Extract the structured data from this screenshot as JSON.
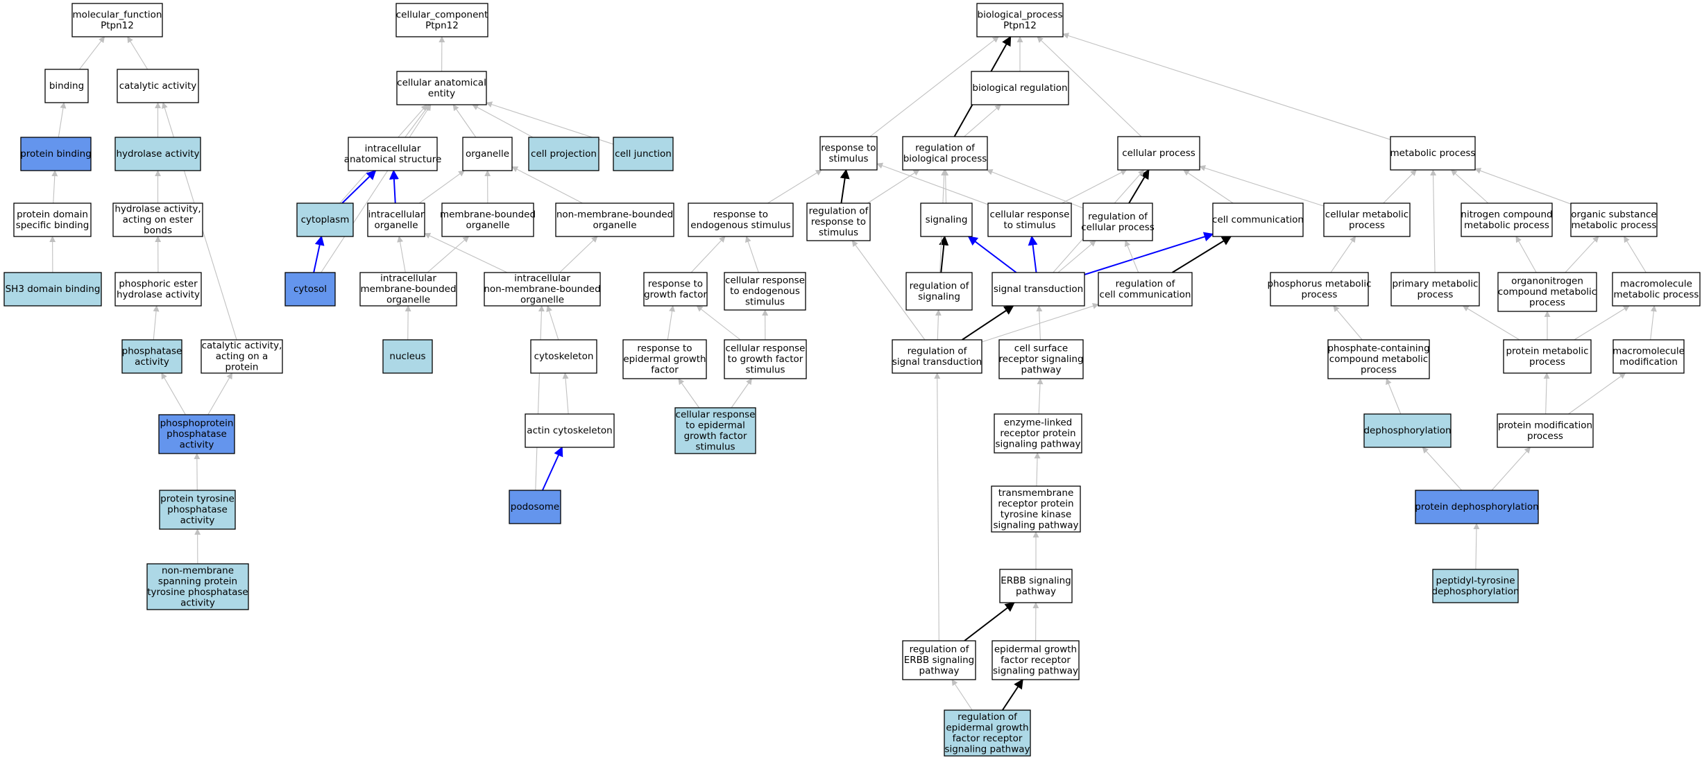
{
  "colors": {
    "plain": "#ffffff",
    "light": "#add8e6",
    "highlight": "#6495ed",
    "edge_grey": "#c0c0c0",
    "edge_black": "#000000",
    "edge_blue": "#0000ff",
    "border": "#000000"
  },
  "nodes": [
    {
      "id": "mf",
      "lines": [
        "molecular_function",
        "Ptpn12"
      ],
      "fill": "plain"
    },
    {
      "id": "binding",
      "lines": [
        "binding"
      ],
      "fill": "plain"
    },
    {
      "id": "catalytic",
      "lines": [
        "catalytic activity"
      ],
      "fill": "plain"
    },
    {
      "id": "protbind",
      "lines": [
        "protein binding"
      ],
      "fill": "highlight"
    },
    {
      "id": "hydrolase",
      "lines": [
        "hydrolase activity"
      ],
      "fill": "light"
    },
    {
      "id": "pdsb",
      "lines": [
        "protein domain",
        "specific binding"
      ],
      "fill": "plain"
    },
    {
      "id": "hydroester",
      "lines": [
        "hydrolase activity,",
        "acting on ester",
        "bonds"
      ],
      "fill": "plain"
    },
    {
      "id": "sh3",
      "lines": [
        "SH3 domain binding"
      ],
      "fill": "light"
    },
    {
      "id": "phosester",
      "lines": [
        "phosphoric ester",
        "hydrolase activity"
      ],
      "fill": "plain"
    },
    {
      "id": "phosphatase",
      "lines": [
        "phosphatase",
        "activity"
      ],
      "fill": "light"
    },
    {
      "id": "catprot",
      "lines": [
        "catalytic activity,",
        "acting on a",
        "protein"
      ],
      "fill": "plain"
    },
    {
      "id": "ppa",
      "lines": [
        "phosphoprotein",
        "phosphatase",
        "activity"
      ],
      "fill": "highlight"
    },
    {
      "id": "ptpa",
      "lines": [
        "protein tyrosine",
        "phosphatase",
        "activity"
      ],
      "fill": "light"
    },
    {
      "id": "nmsptp",
      "lines": [
        "non-membrane",
        "spanning protein",
        "tyrosine phosphatase",
        "activity"
      ],
      "fill": "light"
    },
    {
      "id": "cc",
      "lines": [
        "cellular_component",
        "Ptpn12"
      ],
      "fill": "plain"
    },
    {
      "id": "cae",
      "lines": [
        "cellular anatomical",
        "entity"
      ],
      "fill": "plain"
    },
    {
      "id": "ias",
      "lines": [
        "intracellular",
        "anatomical structure"
      ],
      "fill": "plain"
    },
    {
      "id": "organelle",
      "lines": [
        "organelle"
      ],
      "fill": "plain"
    },
    {
      "id": "cellproj",
      "lines": [
        "cell projection"
      ],
      "fill": "light"
    },
    {
      "id": "celljunc",
      "lines": [
        "cell junction"
      ],
      "fill": "light"
    },
    {
      "id": "cytoplasm",
      "lines": [
        "cytoplasm"
      ],
      "fill": "light"
    },
    {
      "id": "icorg",
      "lines": [
        "intracellular",
        "organelle"
      ],
      "fill": "plain"
    },
    {
      "id": "mbo",
      "lines": [
        "membrane-bounded",
        "organelle"
      ],
      "fill": "plain"
    },
    {
      "id": "nmbo",
      "lines": [
        "non-membrane-bounded",
        "organelle"
      ],
      "fill": "plain"
    },
    {
      "id": "cytosol",
      "lines": [
        "cytosol"
      ],
      "fill": "highlight"
    },
    {
      "id": "imbo",
      "lines": [
        "intracellular",
        "membrane-bounded",
        "organelle"
      ],
      "fill": "plain"
    },
    {
      "id": "inmbo",
      "lines": [
        "intracellular",
        "non-membrane-bounded",
        "organelle"
      ],
      "fill": "plain"
    },
    {
      "id": "nucleus",
      "lines": [
        "nucleus"
      ],
      "fill": "light"
    },
    {
      "id": "cytoskeleton",
      "lines": [
        "cytoskeleton"
      ],
      "fill": "plain"
    },
    {
      "id": "actin",
      "lines": [
        "actin cytoskeleton"
      ],
      "fill": "plain"
    },
    {
      "id": "podosome",
      "lines": [
        "podosome"
      ],
      "fill": "highlight"
    },
    {
      "id": "bp",
      "lines": [
        "biological_process",
        "Ptpn12"
      ],
      "fill": "plain"
    },
    {
      "id": "bioreg",
      "lines": [
        "biological regulation"
      ],
      "fill": "plain"
    },
    {
      "id": "resp",
      "lines": [
        "response to",
        "stimulus"
      ],
      "fill": "plain"
    },
    {
      "id": "regbp",
      "lines": [
        "regulation of",
        "biological process"
      ],
      "fill": "plain"
    },
    {
      "id": "cellproc",
      "lines": [
        "cellular process"
      ],
      "fill": "plain"
    },
    {
      "id": "metab",
      "lines": [
        "metabolic process"
      ],
      "fill": "plain"
    },
    {
      "id": "rendo",
      "lines": [
        "response to",
        "endogenous stimulus"
      ],
      "fill": "plain"
    },
    {
      "id": "regresp",
      "lines": [
        "regulation of",
        "response to",
        "stimulus"
      ],
      "fill": "plain"
    },
    {
      "id": "signaling",
      "lines": [
        "signaling"
      ],
      "fill": "plain"
    },
    {
      "id": "crs",
      "lines": [
        "cellular response",
        "to stimulus"
      ],
      "fill": "plain"
    },
    {
      "id": "regcp",
      "lines": [
        "regulation of",
        "cellular process"
      ],
      "fill": "plain"
    },
    {
      "id": "cellcomm",
      "lines": [
        "cell communication"
      ],
      "fill": "plain"
    },
    {
      "id": "cmp",
      "lines": [
        "cellular metabolic",
        "process"
      ],
      "fill": "plain"
    },
    {
      "id": "ncmp",
      "lines": [
        "nitrogen compound",
        "metabolic process"
      ],
      "fill": "plain"
    },
    {
      "id": "osmp",
      "lines": [
        "organic substance",
        "metabolic process"
      ],
      "fill": "plain"
    },
    {
      "id": "rgf",
      "lines": [
        "response to",
        "growth factor"
      ],
      "fill": "plain"
    },
    {
      "id": "cres_endo",
      "lines": [
        "cellular response",
        "to endogenous",
        "stimulus"
      ],
      "fill": "plain"
    },
    {
      "id": "regsig",
      "lines": [
        "regulation of",
        "signaling"
      ],
      "fill": "plain"
    },
    {
      "id": "sigtrans",
      "lines": [
        "signal transduction"
      ],
      "fill": "plain"
    },
    {
      "id": "regcc",
      "lines": [
        "regulation of",
        "cell communication"
      ],
      "fill": "plain"
    },
    {
      "id": "phosmp",
      "lines": [
        "phosphorus metabolic",
        "process"
      ],
      "fill": "plain"
    },
    {
      "id": "pmp",
      "lines": [
        "primary metabolic",
        "process"
      ],
      "fill": "plain"
    },
    {
      "id": "onmp",
      "lines": [
        "organonitrogen",
        "compound metabolic",
        "process"
      ],
      "fill": "plain"
    },
    {
      "id": "macromp",
      "lines": [
        "macromolecule",
        "metabolic process"
      ],
      "fill": "plain"
    },
    {
      "id": "regf",
      "lines": [
        "response to",
        "epidermal growth",
        "factor"
      ],
      "fill": "plain"
    },
    {
      "id": "crgf",
      "lines": [
        "cellular response",
        "to growth factor",
        "stimulus"
      ],
      "fill": "plain"
    },
    {
      "id": "regst",
      "lines": [
        "regulation of",
        "signal transduction"
      ],
      "fill": "plain"
    },
    {
      "id": "csrsp",
      "lines": [
        "cell surface",
        "receptor signaling",
        "pathway"
      ],
      "fill": "plain"
    },
    {
      "id": "pcmp",
      "lines": [
        "phosphate-containing",
        "compound metabolic",
        "process"
      ],
      "fill": "plain"
    },
    {
      "id": "protmp",
      "lines": [
        "protein metabolic",
        "process"
      ],
      "fill": "plain"
    },
    {
      "id": "macromod",
      "lines": [
        "macromolecule",
        "modification"
      ],
      "fill": "plain"
    },
    {
      "id": "cregf",
      "lines": [
        "cellular response",
        "to epidermal",
        "growth factor",
        "stimulus"
      ],
      "fill": "light"
    },
    {
      "id": "elrpsp",
      "lines": [
        "enzyme-linked",
        "receptor protein",
        "signaling pathway"
      ],
      "fill": "plain"
    },
    {
      "id": "dephos",
      "lines": [
        "dephosphorylation"
      ],
      "fill": "light"
    },
    {
      "id": "protmod",
      "lines": [
        "protein modification",
        "process"
      ],
      "fill": "plain"
    },
    {
      "id": "tmrptk",
      "lines": [
        "transmembrane",
        "receptor protein",
        "tyrosine kinase",
        "signaling pathway"
      ],
      "fill": "plain"
    },
    {
      "id": "protdephos",
      "lines": [
        "protein dephosphorylation"
      ],
      "fill": "highlight"
    },
    {
      "id": "erbb",
      "lines": [
        "ERBB signaling",
        "pathway"
      ],
      "fill": "plain"
    },
    {
      "id": "ptdephos",
      "lines": [
        "peptidyl-tyrosine",
        "dephosphorylation"
      ],
      "fill": "light"
    },
    {
      "id": "regerbb",
      "lines": [
        "regulation of",
        "ERBB signaling",
        "pathway"
      ],
      "fill": "plain"
    },
    {
      "id": "egfrsp",
      "lines": [
        "epidermal growth",
        "factor receptor",
        "signaling pathway"
      ],
      "fill": "plain"
    },
    {
      "id": "regegfr",
      "lines": [
        "regulation of",
        "epidermal growth",
        "factor receptor",
        "signaling pathway"
      ],
      "fill": "light"
    }
  ],
  "edges": [
    {
      "from": "binding",
      "to": "mf",
      "type": "grey"
    },
    {
      "from": "catalytic",
      "to": "mf",
      "type": "grey"
    },
    {
      "from": "protbind",
      "to": "binding",
      "type": "grey"
    },
    {
      "from": "hydrolase",
      "to": "catalytic",
      "type": "grey"
    },
    {
      "from": "pdsb",
      "to": "protbind",
      "type": "grey"
    },
    {
      "from": "hydroester",
      "to": "hydrolase",
      "type": "grey"
    },
    {
      "from": "sh3",
      "to": "pdsb",
      "type": "grey"
    },
    {
      "from": "phosester",
      "to": "hydroester",
      "type": "grey"
    },
    {
      "from": "phosphatase",
      "to": "phosester",
      "type": "grey"
    },
    {
      "from": "catprot",
      "to": "catalytic",
      "type": "grey"
    },
    {
      "from": "ppa",
      "to": "phosphatase",
      "type": "grey"
    },
    {
      "from": "ppa",
      "to": "catprot",
      "type": "grey"
    },
    {
      "from": "ptpa",
      "to": "ppa",
      "type": "grey"
    },
    {
      "from": "nmsptp",
      "to": "ptpa",
      "type": "grey"
    },
    {
      "from": "cae",
      "to": "cc",
      "type": "grey"
    },
    {
      "from": "ias",
      "to": "cae",
      "type": "grey"
    },
    {
      "from": "organelle",
      "to": "cae",
      "type": "grey"
    },
    {
      "from": "cellproj",
      "to": "cae",
      "type": "grey"
    },
    {
      "from": "celljunc",
      "to": "cae",
      "type": "grey"
    },
    {
      "from": "cytoplasm",
      "to": "cae",
      "type": "grey"
    },
    {
      "from": "cytosol",
      "to": "cae",
      "type": "grey"
    },
    {
      "from": "cytoplasm",
      "to": "ias",
      "type": "blue"
    },
    {
      "from": "icorg",
      "to": "ias",
      "type": "blue"
    },
    {
      "from": "icorg",
      "to": "organelle",
      "type": "grey"
    },
    {
      "from": "mbo",
      "to": "organelle",
      "type": "grey"
    },
    {
      "from": "nmbo",
      "to": "organelle",
      "type": "grey"
    },
    {
      "from": "cytosol",
      "to": "cytoplasm",
      "type": "blue"
    },
    {
      "from": "imbo",
      "to": "icorg",
      "type": "grey"
    },
    {
      "from": "imbo",
      "to": "mbo",
      "type": "grey"
    },
    {
      "from": "inmbo",
      "to": "icorg",
      "type": "grey"
    },
    {
      "from": "inmbo",
      "to": "nmbo",
      "type": "grey"
    },
    {
      "from": "nucleus",
      "to": "imbo",
      "type": "grey"
    },
    {
      "from": "cytoskeleton",
      "to": "inmbo",
      "type": "grey"
    },
    {
      "from": "actin",
      "to": "cytoskeleton",
      "type": "grey"
    },
    {
      "from": "podosome",
      "to": "actin",
      "type": "blue"
    },
    {
      "from": "podosome",
      "to": "inmbo",
      "type": "grey"
    },
    {
      "from": "bioreg",
      "to": "bp",
      "type": "grey"
    },
    {
      "from": "resp",
      "to": "bp",
      "type": "grey"
    },
    {
      "from": "regbp",
      "to": "bp",
      "type": "black"
    },
    {
      "from": "cellproc",
      "to": "bp",
      "type": "grey"
    },
    {
      "from": "metab",
      "to": "bp",
      "type": "grey"
    },
    {
      "from": "regbp",
      "to": "bioreg",
      "type": "grey"
    },
    {
      "from": "rendo",
      "to": "resp",
      "type": "grey"
    },
    {
      "from": "regresp",
      "to": "resp",
      "type": "black"
    },
    {
      "from": "regresp",
      "to": "regbp",
      "type": "grey"
    },
    {
      "from": "signaling",
      "to": "regbp",
      "type": "grey"
    },
    {
      "from": "crs",
      "to": "resp",
      "type": "grey"
    },
    {
      "from": "crs",
      "to": "cellproc",
      "type": "grey"
    },
    {
      "from": "regcp",
      "to": "regbp",
      "type": "grey"
    },
    {
      "from": "regcp",
      "to": "cellproc",
      "type": "black"
    },
    {
      "from": "cellcomm",
      "to": "cellproc",
      "type": "grey"
    },
    {
      "from": "cmp",
      "to": "cellproc",
      "type": "grey"
    },
    {
      "from": "cmp",
      "to": "metab",
      "type": "grey"
    },
    {
      "from": "ncmp",
      "to": "metab",
      "type": "grey"
    },
    {
      "from": "osmp",
      "to": "metab",
      "type": "grey"
    },
    {
      "from": "rgf",
      "to": "rendo",
      "type": "grey"
    },
    {
      "from": "cres_endo",
      "to": "rendo",
      "type": "grey"
    },
    {
      "from": "regsig",
      "to": "signaling",
      "type": "black"
    },
    {
      "from": "regsig",
      "to": "regbp",
      "type": "grey"
    },
    {
      "from": "sigtrans",
      "to": "signaling",
      "type": "blue"
    },
    {
      "from": "sigtrans",
      "to": "crs",
      "type": "blue"
    },
    {
      "from": "sigtrans",
      "to": "cellcomm",
      "type": "blue"
    },
    {
      "from": "sigtrans",
      "to": "regcp",
      "type": "grey"
    },
    {
      "from": "sigtrans",
      "to": "cellproc",
      "type": "grey"
    },
    {
      "from": "regcc",
      "to": "regcp",
      "type": "grey"
    },
    {
      "from": "regcc",
      "to": "cellcomm",
      "type": "black"
    },
    {
      "from": "phosmp",
      "to": "cmp",
      "type": "grey"
    },
    {
      "from": "pmp",
      "to": "metab",
      "type": "grey"
    },
    {
      "from": "onmp",
      "to": "ncmp",
      "type": "grey"
    },
    {
      "from": "onmp",
      "to": "osmp",
      "type": "grey"
    },
    {
      "from": "macromp",
      "to": "osmp",
      "type": "grey"
    },
    {
      "from": "regf",
      "to": "rgf",
      "type": "grey"
    },
    {
      "from": "crgf",
      "to": "rgf",
      "type": "grey"
    },
    {
      "from": "crgf",
      "to": "cres_endo",
      "type": "grey"
    },
    {
      "from": "regst",
      "to": "regsig",
      "type": "grey"
    },
    {
      "from": "regst",
      "to": "regresp",
      "type": "grey"
    },
    {
      "from": "regst",
      "to": "sigtrans",
      "type": "black"
    },
    {
      "from": "regst",
      "to": "regcc",
      "type": "grey"
    },
    {
      "from": "csrsp",
      "to": "sigtrans",
      "type": "grey"
    },
    {
      "from": "pcmp",
      "to": "phosmp",
      "type": "grey"
    },
    {
      "from": "protmp",
      "to": "pmp",
      "type": "grey"
    },
    {
      "from": "protmp",
      "to": "onmp",
      "type": "grey"
    },
    {
      "from": "protmp",
      "to": "macromp",
      "type": "grey"
    },
    {
      "from": "macromod",
      "to": "macromp",
      "type": "grey"
    },
    {
      "from": "cregf",
      "to": "regf",
      "type": "grey"
    },
    {
      "from": "cregf",
      "to": "crgf",
      "type": "grey"
    },
    {
      "from": "elrpsp",
      "to": "csrsp",
      "type": "grey"
    },
    {
      "from": "dephos",
      "to": "pcmp",
      "type": "grey"
    },
    {
      "from": "protmod",
      "to": "protmp",
      "type": "grey"
    },
    {
      "from": "protmod",
      "to": "macromod",
      "type": "grey"
    },
    {
      "from": "tmrptk",
      "to": "elrpsp",
      "type": "grey"
    },
    {
      "from": "protdephos",
      "to": "dephos",
      "type": "grey"
    },
    {
      "from": "protdephos",
      "to": "protmod",
      "type": "grey"
    },
    {
      "from": "erbb",
      "to": "tmrptk",
      "type": "grey"
    },
    {
      "from": "ptdephos",
      "to": "protdephos",
      "type": "grey"
    },
    {
      "from": "regerbb",
      "to": "erbb",
      "type": "black"
    },
    {
      "from": "regerbb",
      "to": "regst",
      "type": "grey"
    },
    {
      "from": "egfrsp",
      "to": "erbb",
      "type": "grey"
    },
    {
      "from": "regegfr",
      "to": "regerbb",
      "type": "grey"
    },
    {
      "from": "regegfr",
      "to": "egfrsp",
      "type": "black"
    }
  ]
}
